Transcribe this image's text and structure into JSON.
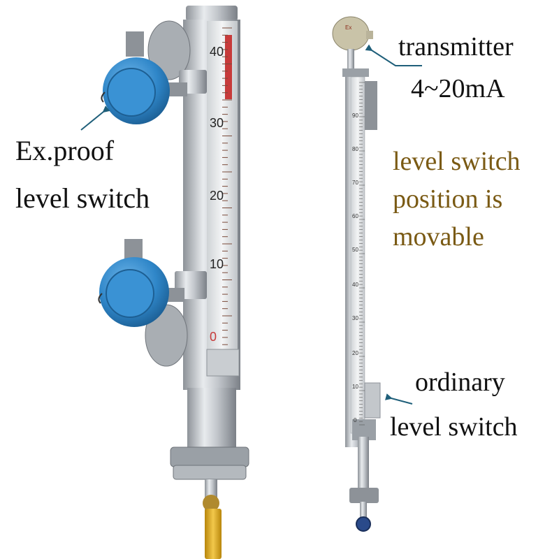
{
  "labels": {
    "ex_proof_line1": "Ex.proof",
    "ex_proof_line2": "level switch",
    "transmitter_line1": "transmitter",
    "transmitter_line2": "4~20mA",
    "movable_line1": "level switch",
    "movable_line2": "position is",
    "movable_line3": "movable",
    "ordinary_line1": "ordinary",
    "ordinary_line2": "level switch"
  },
  "left_scale_ticks": [
    "40",
    "30",
    "20",
    "10",
    "0"
  ],
  "right_scale_ticks": [
    "90",
    "80",
    "70",
    "60",
    "50",
    "40",
    "30",
    "20",
    "10",
    "0"
  ],
  "marks": {
    "transmitter_housing": "Ex"
  },
  "colors": {
    "switch_blue": "#2f86c8",
    "steel": "#b9bdc2",
    "label_olive": "#7a5a14",
    "arrow_teal": "#1f5f7a",
    "handle_yellow": "#e0b020"
  }
}
